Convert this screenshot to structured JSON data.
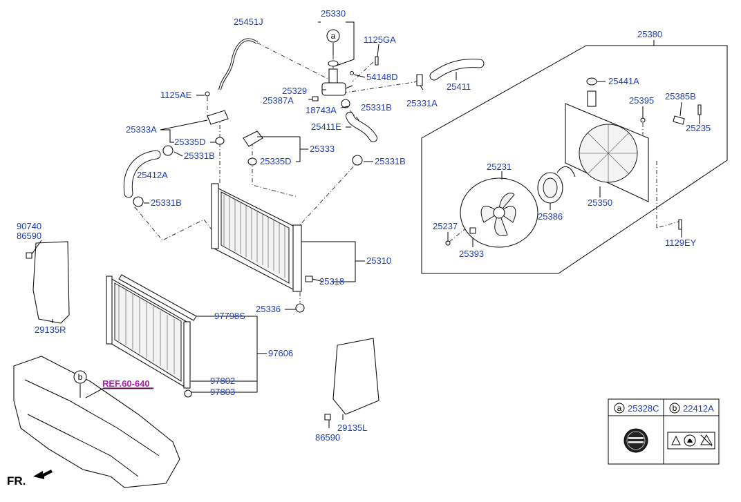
{
  "labels": {
    "p25451J": "25451J",
    "p25330": "25330",
    "p1125GA": "1125GA",
    "p54148D": "54148D",
    "p25329": "25329",
    "p25387A": "25387A",
    "p18743A": "18743A",
    "p25331B_top": "25331B",
    "p25331A": "25331A",
    "p25411": "25411",
    "p25411E": "25411E",
    "p1125AE": "1125AE",
    "p25333A": "25333A",
    "p25335D_left": "25335D",
    "p25333": "25333",
    "p25335D_mid": "25335D",
    "p25331B_left": "25331B",
    "p25412A": "25412A",
    "p25331B_lower": "25331B",
    "p25331B_right": "25331B",
    "p25310": "25310",
    "p25318": "25318",
    "p25336": "25336",
    "p97798S": "97798S",
    "p97606": "97606",
    "p97802": "97802",
    "p97803": "97803",
    "p90740": "90740",
    "p86590_left": "86590",
    "p29135R": "29135R",
    "p29135L": "29135L",
    "p86590_bottom": "86590",
    "p25380": "25380",
    "p25441A": "25441A",
    "p25395": "25395",
    "p25385B": "25385B",
    "p25235": "25235",
    "p25231": "25231",
    "p25350": "25350",
    "p25386": "25386",
    "p25237": "25237",
    "p25393": "25393",
    "p1129EY": "1129EY",
    "ref": "REF.60-640",
    "fr": "FR."
  },
  "callouts": {
    "a": "a",
    "b": "b"
  },
  "legend": {
    "a_letter": "a",
    "a_part": "25328C",
    "b_letter": "b",
    "b_part": "22412A"
  },
  "colors": {
    "label": "#1a3ec8",
    "ref": "#b01ab0",
    "line": "#000000"
  }
}
